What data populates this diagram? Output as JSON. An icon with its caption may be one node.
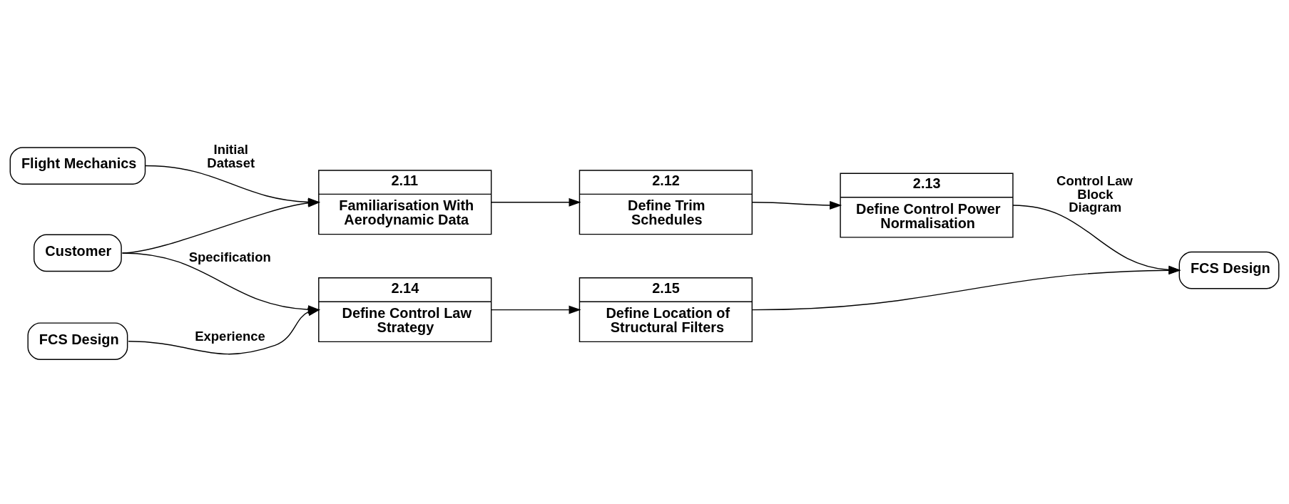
{
  "diagram": {
    "nodes": [
      {
        "text": [
          "Flight Mechanics"
        ]
      },
      {
        "text": [
          "2.11",
          "Familiarisation With Aerodynamic Data"
        ]
      },
      {
        "text": [
          "2.12",
          "Define Trim Schedules"
        ]
      },
      {
        "text": [
          "2.13",
          "Define Control Power Normalisation"
        ]
      },
      {
        "text": [
          "FCS Design"
        ]
      },
      {
        "text": [
          "Customer"
        ]
      },
      {
        "text": [
          "2.14",
          "Define Control Law Strategy"
        ]
      },
      {
        "text": [
          "2.15",
          "Define Location of Structural Filters"
        ]
      },
      {
        "text": [
          "FCS Design"
        ]
      }
    ],
    "edges": [
      {
        "from": 0,
        "to": 1,
        "arrow": "to",
        "label": "Initial Dataset"
      },
      {
        "from": 5,
        "to": 1,
        "arrow": "to"
      },
      {
        "from": 5,
        "to": 6,
        "arrow": "to",
        "label": "Specification"
      },
      {
        "from": 8,
        "to": 6,
        "arrow": "to",
        "label": "Experience"
      },
      {
        "from": 1,
        "to": 2,
        "arrow": "to"
      },
      {
        "from": 2,
        "to": 3,
        "arrow": "to"
      },
      {
        "from": 3,
        "to": 4,
        "arrow": "to",
        "label": "Control Law Block Diagram"
      },
      {
        "from": 6,
        "to": 7,
        "arrow": "to"
      },
      {
        "from": 7,
        "to": 4,
        "arrow": "to"
      }
    ]
  }
}
